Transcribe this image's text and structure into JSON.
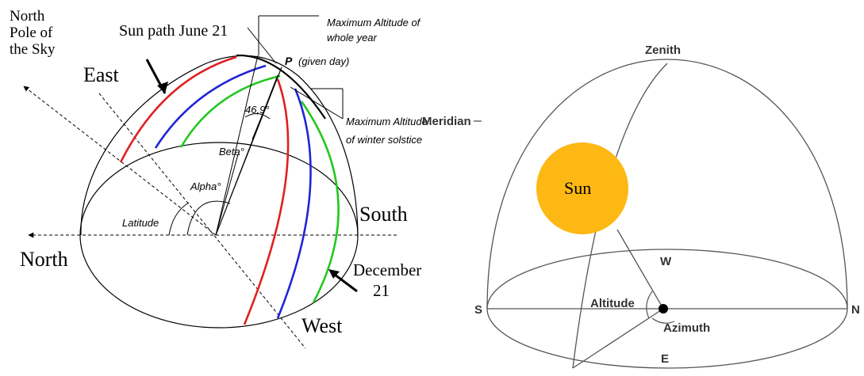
{
  "left": {
    "north_pole_line1": "North",
    "north_pole_line2": "Pole of",
    "north_pole_line3": "the Sky",
    "sun_path_june": "Sun path  June 21",
    "east": "East",
    "north": "North",
    "south": "South",
    "west": "West",
    "dec_line1": "December",
    "dec_line2": "21",
    "max_alt_year_line1": "Maximum Altitude of",
    "max_alt_year_line2": "whole year",
    "p_label": "P",
    "given_day": "(given day)",
    "max_alt_winter_line1": "Maximum Altitude",
    "max_alt_winter_line2": "of winter solstice",
    "angle_469": "46,9°",
    "beta": "Beta°",
    "alpha": "Alpha°",
    "latitude": "Latitude",
    "colors": {
      "june_path": "#e02020",
      "equinox_path": "#1f25d6",
      "december_path": "#22c81e"
    }
  },
  "right": {
    "zenith": "Zenith",
    "meridian": "Meridian",
    "sun": "Sun",
    "w": "W",
    "s": "S",
    "n": "N",
    "e": "E",
    "altitude": "Altitude",
    "azimuth": "Azimuth",
    "colors": {
      "sun": "#fdb813"
    }
  }
}
